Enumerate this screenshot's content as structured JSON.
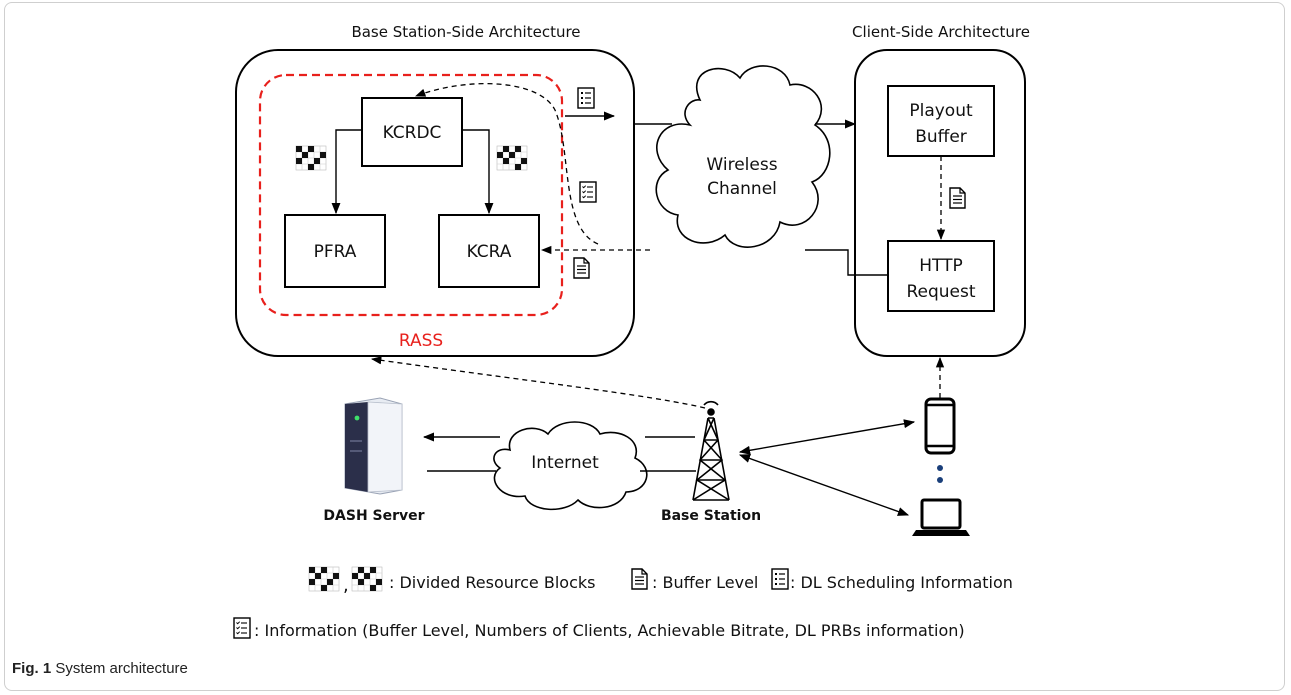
{
  "labels": {
    "base_station_side": "Base Station-Side Architecture",
    "client_side": "Client-Side Architecture",
    "kcrdc": "KCRDC",
    "pfra": "PFRA",
    "kcra": "KCRA",
    "rass": "RASS",
    "wireless_line1": "Wireless",
    "wireless_line2": "Channel",
    "playout_line1": "Playout",
    "playout_line2": "Buffer",
    "http_line1": "HTTP",
    "http_line2": "Request",
    "internet": "Internet",
    "dash_server": "DASH Server",
    "base_station": "Base Station"
  },
  "legend": {
    "divided_blocks": ": Divided Resource Blocks",
    "buffer_level": ": Buffer Level",
    "dl_scheduling": ": DL Scheduling Information",
    "information": ": Information (Buffer Level, Numbers of Clients, Achievable Bitrate, DL PRBs information)"
  },
  "caption": {
    "fig": "Fig. 1",
    "text": "System architecture"
  },
  "colors": {
    "rass": "#e8201c",
    "stroke": "#000000"
  }
}
